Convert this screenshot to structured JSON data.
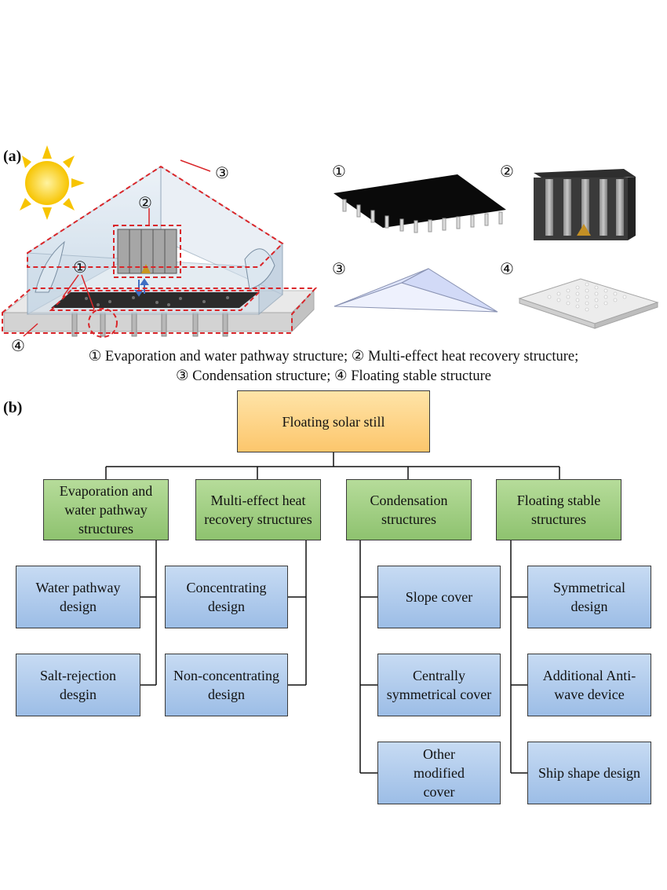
{
  "panel_a": {
    "label": "(a)",
    "markers": [
      "①",
      "②",
      "③",
      "④"
    ],
    "caption_line1": "① Evaporation and water pathway structure; ② Multi-effect heat recovery structure;",
    "caption_line2": "③ Condensation structure; ④ Floating stable structure"
  },
  "panel_b": {
    "label": "(b)",
    "root": "Floating solar still",
    "categories": [
      {
        "label": "Evaporation and water pathway structures",
        "children": [
          "Water pathway design",
          "Salt-rejection desgin"
        ]
      },
      {
        "label": "Multi-effect heat recovery structures",
        "children": [
          "Concentrating design",
          "Non-concentrating design"
        ]
      },
      {
        "label": "Condensation structures",
        "children": [
          "Slope cover",
          "Centrally symmetrical cover",
          "Other modified cover"
        ]
      },
      {
        "label": "Floating stable structures",
        "children": [
          "Symmetrical design",
          "Additional Anti-wave device",
          "Ship shape design"
        ]
      }
    ]
  },
  "colors": {
    "root": "#fcc66c",
    "category": "#8ec26f",
    "leaf": "#9cbde6",
    "dashed_outline": "#d9262a"
  }
}
